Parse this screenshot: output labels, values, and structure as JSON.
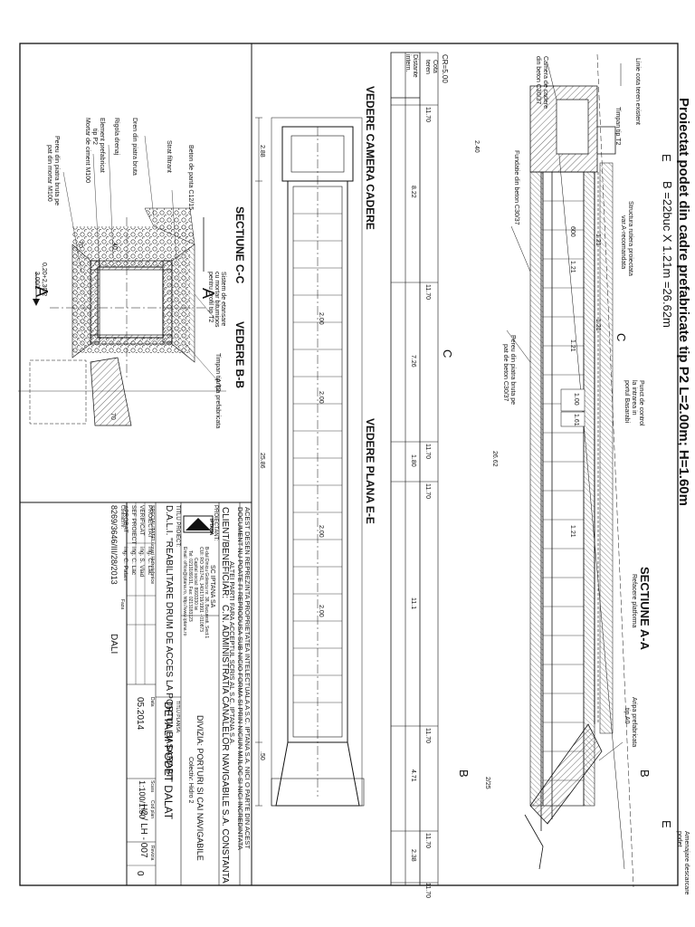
{
  "drawing": {
    "main_title": "Proiectat podet din cadre prefabricate tip P2 L=2.00m; H=1.60m",
    "subtitle": "B =22buc X 1.21m =26.62m",
    "section_aa": "SECTIUNE  A-A",
    "section_cc": "SECTIUNE  C-C",
    "view_bb": "VEDERE  B-B",
    "view_camera": "VEDERE  CAMERA  CADERE",
    "view_plan": "VEDERE  PLANA  E-E",
    "marker_a": "A",
    "marker_b": "B",
    "marker_c": "C",
    "marker_e": "E",
    "profile_header": {
      "row1": "CR=5.00",
      "row2a": "Cota",
      "row2b": "teren",
      "row3a": "Distante",
      "row3b": "intern."
    },
    "elevations": [
      "11.70",
      "11.70",
      "11.70",
      "11.70",
      "11.70",
      "11.70",
      "11.70"
    ],
    "distances": [
      "8.22",
      "7.26",
      "1.80",
      "11.1",
      "4.71",
      "2.38"
    ],
    "plan_dims": [
      "2.88",
      "25.86",
      ".50"
    ],
    "interior_dims": [
      "2.00",
      "2.00",
      "2.00",
      "2.00"
    ],
    "section_dims": [
      "1.00",
      "1.61",
      "26.62",
      "2.40",
      "2/25"
    ],
    "labels": {
      "linie_cota": "Linie cota teren existent",
      "timpan": "Timpan tip T2",
      "structura_rutiera": "Structura rutiera proiectata",
      "var_a": "var.A-recomandata",
      "camera_cadere": "Camera de cadere",
      "camera_cadere2": "din beton C30/37",
      "fundatie": "Fundatie din beton C30/37",
      "pereu1": "Pereu din piatra bruta pe",
      "pereu2": "pat de beton C30/37",
      "punct_control1": "Punct de control",
      "punct_control2": "la intrarea in",
      "punct_control3": "portul Basarabi",
      "refacere": "Refacere platforma",
      "aripa1": "Aripa prefabricata",
      "aripa2": "tip A0",
      "amenajare1": "Amenajare descarcare",
      "amenajare2": "podet",
      "sistem_etansare": "Sistem de etansare",
      "mortar": "cu mortar bituminos",
      "pentru": "pentru profil tip T2",
      "timpan2": "Timpan tip T2",
      "aripa3": "Aripa prefabricata",
      "beton_panta": "Beton de panta C12/15",
      "strat_filtrant": "Strat filtrant",
      "dren": "Dren din piatra bruta",
      "rigola": "Rigola drenaj",
      "element": "Element prefabricat",
      "tip_p2": "tip P2",
      "mortar2": "Mortar de ciment M100",
      "pereu3": "Pereu din piatra bruta pe",
      "pat2": "pat din mortar M100",
      "dim70a": "70",
      "dim40": "40",
      "dim70b": "70",
      "dim_s": "0,20+2,30/2",
      "dim_s2": "3.00/2"
    },
    "sheet_labels": [
      "600",
      "1.21",
      "1.21",
      "1.21",
      "1.21",
      "1.21"
    ]
  },
  "title_block": {
    "notice1": "ACEST DESEN REPREZINTA PROPRIETATEA INTELECTUALA A S.C. IPTANA S.A. NICI O PARTE DIN ACEST",
    "notice2": "DOCUMENT NU POATE FI REPRODUSA SUB NICIO FORMA SI PRIN NICIUN MIJLOC SI NICI INCREDINTATA",
    "notice3": "ALTEI PARTI FARA ACCEPTUL SCRIS AL S.C. IPTANA S.A.",
    "client_label": "CLIENT/BENEFICIAR:",
    "client_name": "C.N. ADMINISTRATIA CANALELOR NAVIGABILE S.A. CONSTANTA",
    "proiectant_label": "PROIECTANT:",
    "company_name": "SC IPTANA SA",
    "company_addr1": "B-dul Dinicu Golescu nr. 38, Bucuresti, Sect.1",
    "company_addr2": "CUI: RO 361741, J40/1719/1991 - 010873",
    "company_addr3": "Capital social: 8993330 lei",
    "company_addr4": "Tel: 0213189131, Fax: 0213183123",
    "company_addr5": "Email: office@iptana.ro, http://www.iptana.ro",
    "divizia": "DIVIZIA: PORTURI SI CAI NAVIGABILE",
    "colectiv": "Colectiv: Hidro 2",
    "titlu_proiect_label": "TITLU PROIECT:",
    "titlu_proiect": "D.A.L.I. \"REABILITARE DRUM DE ACCES LA PORTUL BASARABI\"",
    "specialitate_label": "SPECIALITATE:",
    "specialitate": "Lucrari Hidrotehnice",
    "roles": [
      {
        "role": "PROIECTAT",
        "name": "ing. C. Lac"
      },
      {
        "role": "VERIFICAT",
        "name": "ing. S. Vlad"
      },
      {
        "role": "SEF PROIECT",
        "name": "ing. C. Lac"
      },
      {
        "role": "APROBAT",
        "name": "ing. C. Palan"
      }
    ],
    "contract_label": "Contract nr.",
    "contract": "8269/3646/III/28/2013",
    "faza_label": "Faza",
    "faza": "DALI",
    "data_label": "Data",
    "data": "05.2014",
    "titlu_plansa_label": "TITLU PLANSA:",
    "titlu_plansa": "DETALII PODET DALAT",
    "scara_label": "Scara",
    "scara": "1:100/1:50",
    "cod_label": "Cod plan",
    "cod": "H2 / LH - 007",
    "revizia_label": "Revizia",
    "revizia": "0",
    "logo_text": "IPTANA"
  },
  "colors": {
    "ink": "#111111",
    "hatch": "#444444",
    "paper": "#ffffff"
  }
}
